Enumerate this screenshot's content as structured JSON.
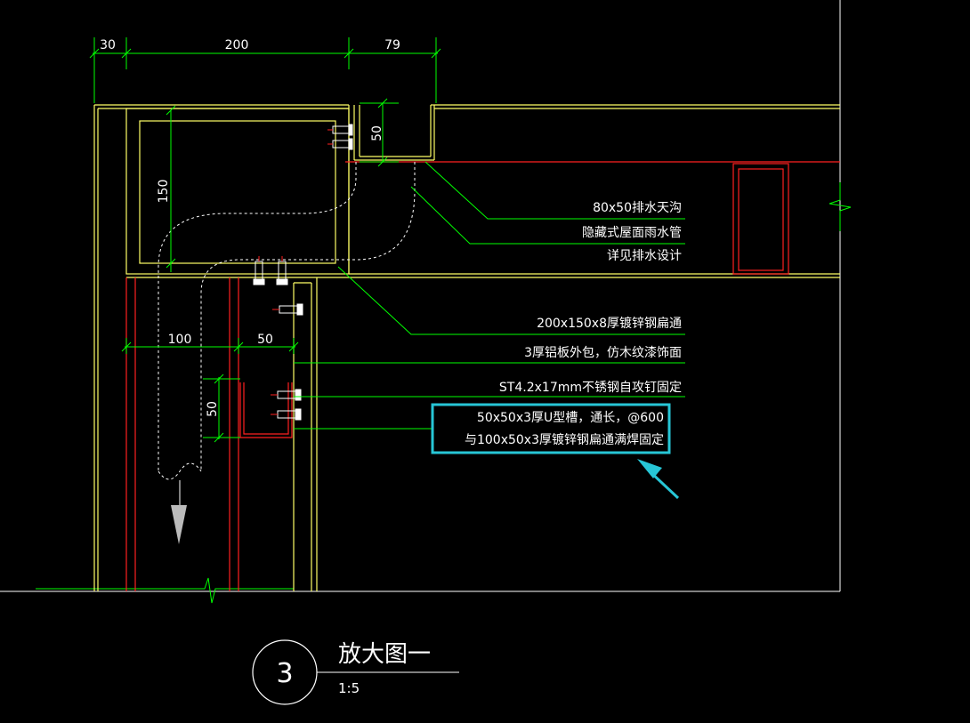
{
  "dimensions": {
    "top": [
      "30",
      "200",
      "79"
    ],
    "height_150": "150",
    "gap_50_top": "50",
    "mid_100": "100",
    "mid_50": "50",
    "side_50": "50"
  },
  "notes": {
    "gutter_1": "80x50排水天沟",
    "gutter_2": "隐藏式屋面雨水管",
    "gutter_3": "详见排水设计",
    "tube": "200x150x8厚镀锌钢扁通",
    "cladding": "3厚铝板外包，仿木纹漆饰面",
    "screw": "ST4.2x17mm不锈钢自攻钉固定",
    "channel_1": "50x50x3厚U型槽，通长，@600",
    "channel_2": "与100x50x3厚镀锌钢扁通满焊固定"
  },
  "title_block": {
    "number": "3",
    "title": "放大图一",
    "scale": "1:5"
  },
  "colors": {
    "background": "#000000",
    "structure": "#ffff66",
    "leader": "#00ff00",
    "red": "#ff2020",
    "highlight": "#27c6d6",
    "white": "#ffffff",
    "screw": "#ffffff"
  }
}
